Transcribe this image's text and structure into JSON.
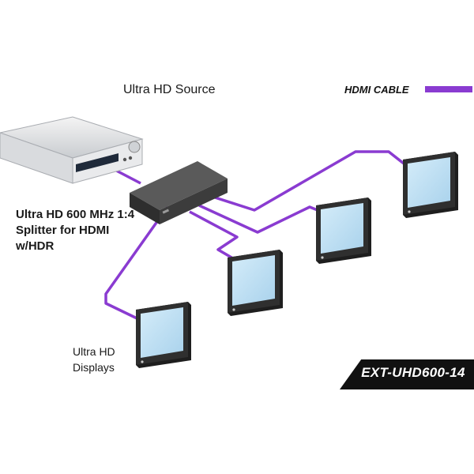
{
  "diagram": {
    "source_label": "Ultra HD Source",
    "splitter_label": "Ultra HD 600 MHz 1:4 Splitter for HDMI w/HDR",
    "displays_label": "Ultra HD Displays",
    "legend": {
      "cable_label": "HDMI CABLE"
    },
    "model_number": "EXT-UHD600-14"
  },
  "colors": {
    "hdmi_cable": "#8a3bd1",
    "model_banner": "#111111",
    "device_body": "#3c3c3c",
    "screen": "#bfe0f5"
  }
}
